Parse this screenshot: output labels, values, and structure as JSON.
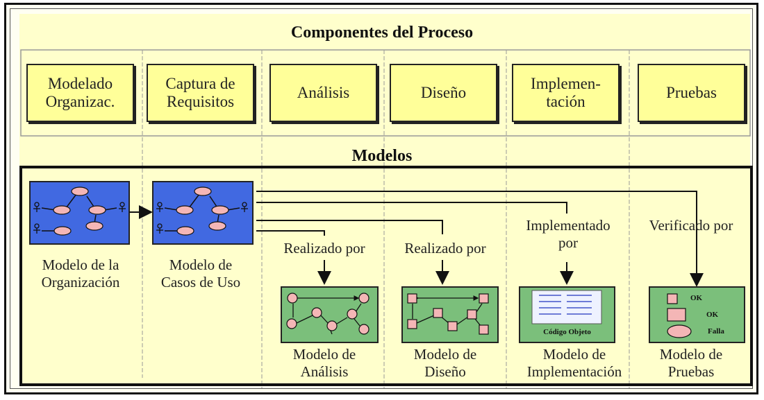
{
  "title": "Componentes del Proceso",
  "models_title": "Modelos",
  "components": [
    {
      "label": "Modelado\nOrganizac."
    },
    {
      "label": "Captura de\nRequisitos"
    },
    {
      "label": "Análisis"
    },
    {
      "label": "Diseño"
    },
    {
      "label": "Implemen-\ntación"
    },
    {
      "label": "Pruebas"
    }
  ],
  "models": [
    {
      "name": "Modelo de la\nOrganización"
    },
    {
      "name": "Modelo de\nCasos de Uso"
    },
    {
      "name": "Modelo de\nAnálisis",
      "relation": "Realizado por"
    },
    {
      "name": "Modelo de\nDiseño",
      "relation": "Realizado por"
    },
    {
      "name": "Modelo de\nImplementación",
      "relation": "Implementado\npor",
      "icon_text": "Código Objeto"
    },
    {
      "name": "Modelo de\nPruebas",
      "relation": "Verificado por",
      "legend": [
        "OK",
        "OK",
        "Falla"
      ]
    }
  ],
  "colors": {
    "background": "#ffffcc",
    "component_fill": "#ffff99",
    "blue_model": "#4169e1",
    "green_model": "#7bbf7b",
    "node_fill": "#f4b6b6"
  }
}
